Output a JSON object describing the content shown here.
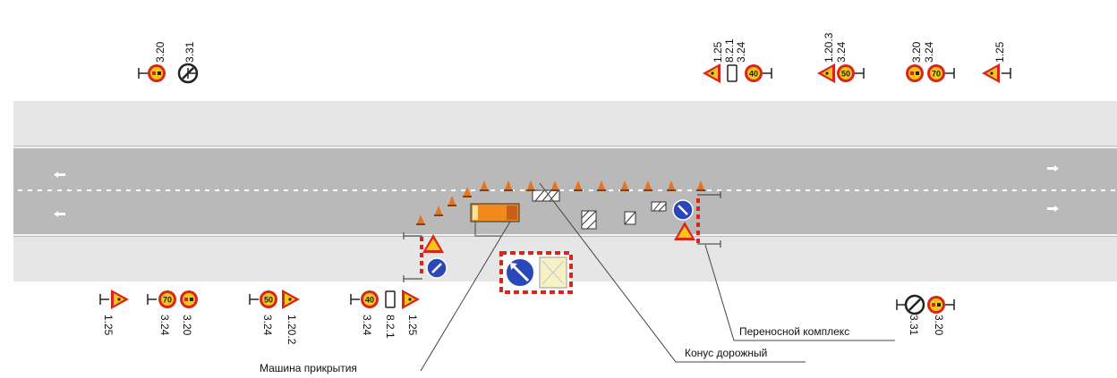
{
  "sign_codes": {
    "top_far_left": [
      "3.20",
      "3.31"
    ],
    "top_right_1": [
      "1.25",
      "8.2.1",
      "3.24"
    ],
    "top_right_2": [
      "1.20.3",
      "3.24"
    ],
    "top_right_3": [
      "3.20",
      "3.24"
    ],
    "top_right_4": [
      "1.25"
    ],
    "bottom_1": [
      "1.25"
    ],
    "bottom_2": [
      "3.24",
      "3.20"
    ],
    "bottom_3": [
      "3.24",
      "1.20.2"
    ],
    "bottom_4": [
      "3.24",
      "8.2.1",
      "1.25"
    ],
    "bottom_right": [
      "3.31",
      "3.20"
    ]
  },
  "speed_limits": [
    "40",
    "50",
    "70",
    "70",
    "50",
    "40"
  ],
  "callouts": {
    "cover_vehicle": "Машина прикрытия",
    "road_cone": "Конус дорожный",
    "portable_complex": "Переносной комплекс"
  },
  "colors": {
    "road": "#b9b9b9",
    "shoulder": "#e6e6e6",
    "sign_red": "#d9261c",
    "sign_yellow": "#f5c518",
    "sign_blue": "#2b48b8",
    "cone_orange": "#e8731e",
    "vehicle_orange": "#f08a1c"
  },
  "icons": [
    "speed-limit-sign-icon",
    "road-works-sign-icon",
    "no-overtaking-sign-icon",
    "end-restrictions-sign-icon",
    "keep-left-sign-icon",
    "road-cone-icon",
    "vehicle-icon",
    "direction-arrow-icon"
  ]
}
